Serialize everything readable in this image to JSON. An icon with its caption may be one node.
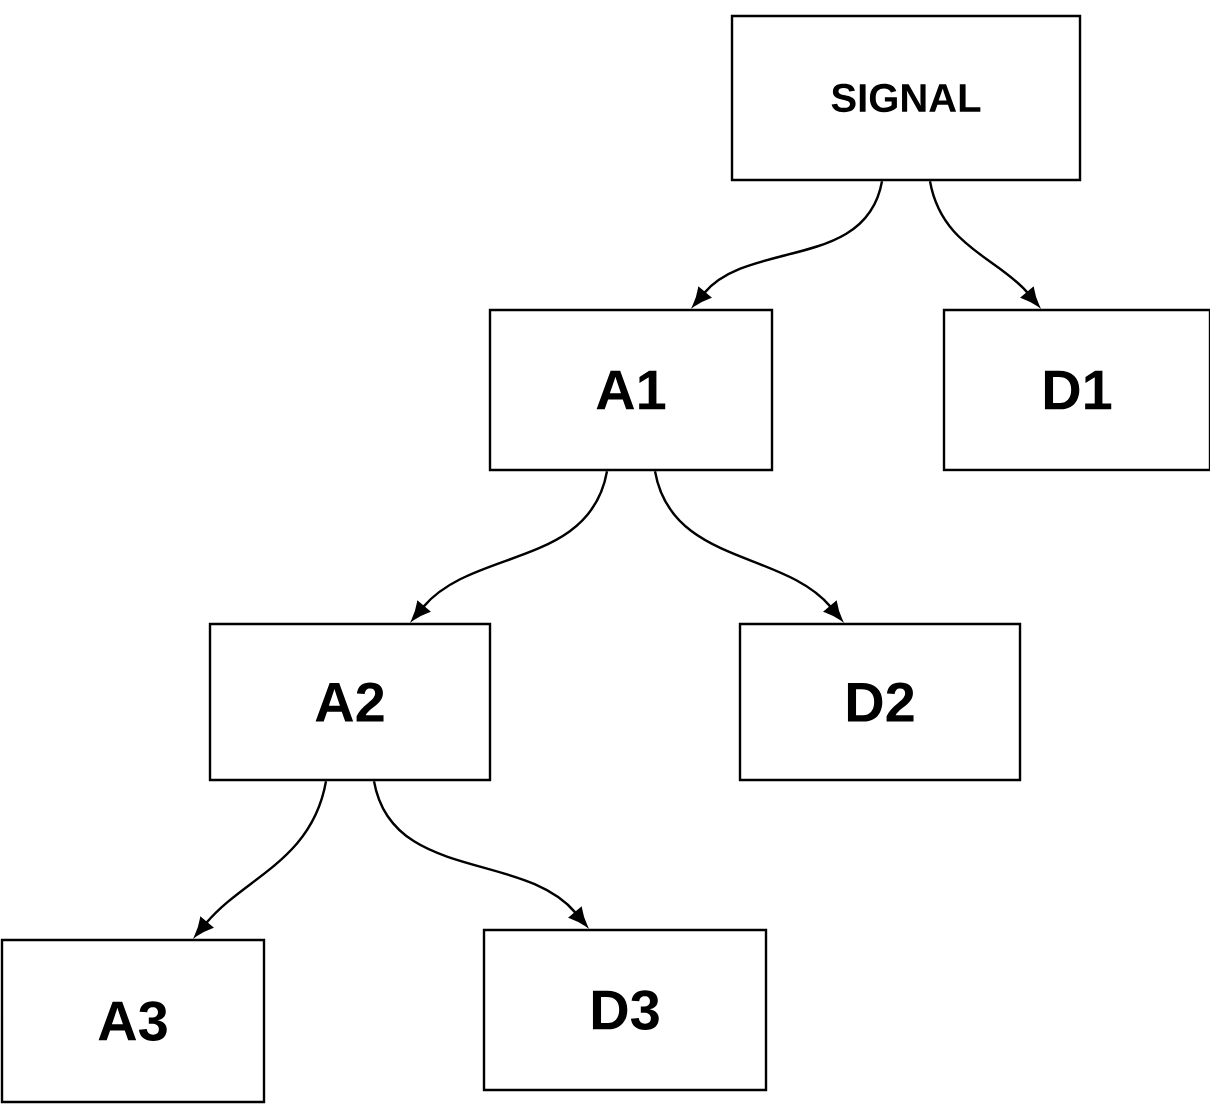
{
  "diagram": {
    "nodes": [
      {
        "text": [
          "SIGNAL"
        ]
      },
      {
        "text": [
          "A1"
        ]
      },
      {
        "text": [
          "D1"
        ]
      },
      {
        "text": [
          "A2"
        ]
      },
      {
        "text": [
          "D2"
        ]
      },
      {
        "text": [
          "A3"
        ]
      },
      {
        "text": [
          "D3"
        ]
      }
    ],
    "edges": [
      {
        "from": 0,
        "to": 1,
        "arrow": "to"
      },
      {
        "from": 0,
        "to": 2,
        "arrow": "to"
      },
      {
        "from": 1,
        "to": 3,
        "arrow": "to"
      },
      {
        "from": 1,
        "to": 4,
        "arrow": "to"
      },
      {
        "from": 3,
        "to": 5,
        "arrow": "to"
      },
      {
        "from": 3,
        "to": 6,
        "arrow": "to"
      }
    ]
  }
}
